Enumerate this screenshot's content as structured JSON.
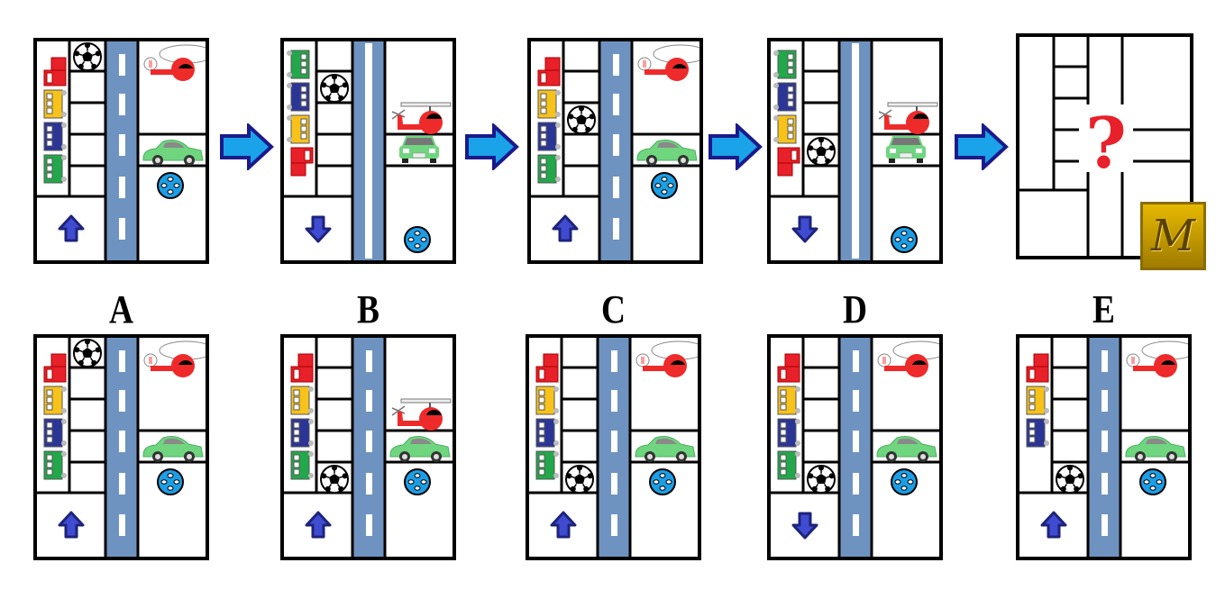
{
  "puzzle": {
    "sequence": [
      {
        "id": "seq-1",
        "road": "dashed",
        "direction_arrow": "up",
        "train_order": [
          "red",
          "yellow",
          "blue",
          "green"
        ],
        "train_facing": "up",
        "ball_cell": 1,
        "helicopter_view": "top",
        "car_view": "side",
        "blue_ball": "upper"
      },
      {
        "id": "seq-2",
        "road": "solid",
        "direction_arrow": "down",
        "train_order": [
          "green",
          "blue",
          "yellow",
          "red"
        ],
        "train_facing": "down",
        "ball_cell": 2,
        "helicopter_view": "side",
        "car_view": "front",
        "blue_ball": "lower"
      },
      {
        "id": "seq-3",
        "road": "dashed",
        "direction_arrow": "up",
        "train_order": [
          "red",
          "yellow",
          "blue",
          "green"
        ],
        "train_facing": "up",
        "ball_cell": 3,
        "helicopter_view": "top",
        "car_view": "side",
        "blue_ball": "upper"
      },
      {
        "id": "seq-4",
        "road": "solid",
        "direction_arrow": "down",
        "train_order": [
          "green",
          "blue",
          "yellow",
          "red"
        ],
        "train_facing": "down",
        "ball_cell": 4,
        "helicopter_view": "side",
        "car_view": "front",
        "blue_ball": "lower"
      }
    ],
    "question_mark": "?",
    "logo_letter": "M",
    "options": [
      {
        "label": "A",
        "road": "dashed",
        "direction_arrow": "up",
        "train_order": [
          "red",
          "yellow",
          "blue",
          "green"
        ],
        "train_facing": "up",
        "ball_cell": 1,
        "helicopter_view": "top",
        "car_view": "side",
        "blue_ball": "upper"
      },
      {
        "label": "B",
        "road": "dashed",
        "direction_arrow": "up",
        "train_order": [
          "red",
          "yellow",
          "blue",
          "green"
        ],
        "train_facing": "up",
        "ball_cell": 5,
        "helicopter_view": "side",
        "car_view": "side",
        "blue_ball": "upper"
      },
      {
        "label": "C",
        "road": "dashed",
        "direction_arrow": "up",
        "train_order": [
          "red",
          "yellow",
          "blue",
          "green"
        ],
        "train_facing": "up",
        "ball_cell": 5,
        "helicopter_view": "top",
        "car_view": "side",
        "blue_ball": "upper"
      },
      {
        "label": "D",
        "road": "dashed",
        "direction_arrow": "down",
        "train_order": [
          "red",
          "yellow",
          "blue",
          "green"
        ],
        "train_facing": "up",
        "ball_cell": 5,
        "helicopter_view": "top",
        "car_view": "side",
        "blue_ball": "upper"
      },
      {
        "label": "E",
        "road": "dashed",
        "direction_arrow": "up",
        "train_order": [
          "red",
          "yellow",
          "blue"
        ],
        "train_facing": "up",
        "ball_cell": 5,
        "helicopter_view": "top",
        "car_view": "side",
        "blue_ball": "upper"
      }
    ]
  },
  "colors": {
    "road": "#6f93c0",
    "train_red": "#e8202a",
    "train_yellow": "#f7c21a",
    "train_blue": "#2b3596",
    "train_green": "#22a84a",
    "arrow_fill": "#3f4bd0",
    "arrow_stroke": "#1d237a",
    "next_arrow_fill": "#1aa3e8",
    "next_arrow_stroke": "#1a1a8c",
    "helicopter": "#ee2a2a",
    "car": "#6fd67f",
    "blue_ball": "#1b9ee6",
    "question": "#e8202a"
  }
}
